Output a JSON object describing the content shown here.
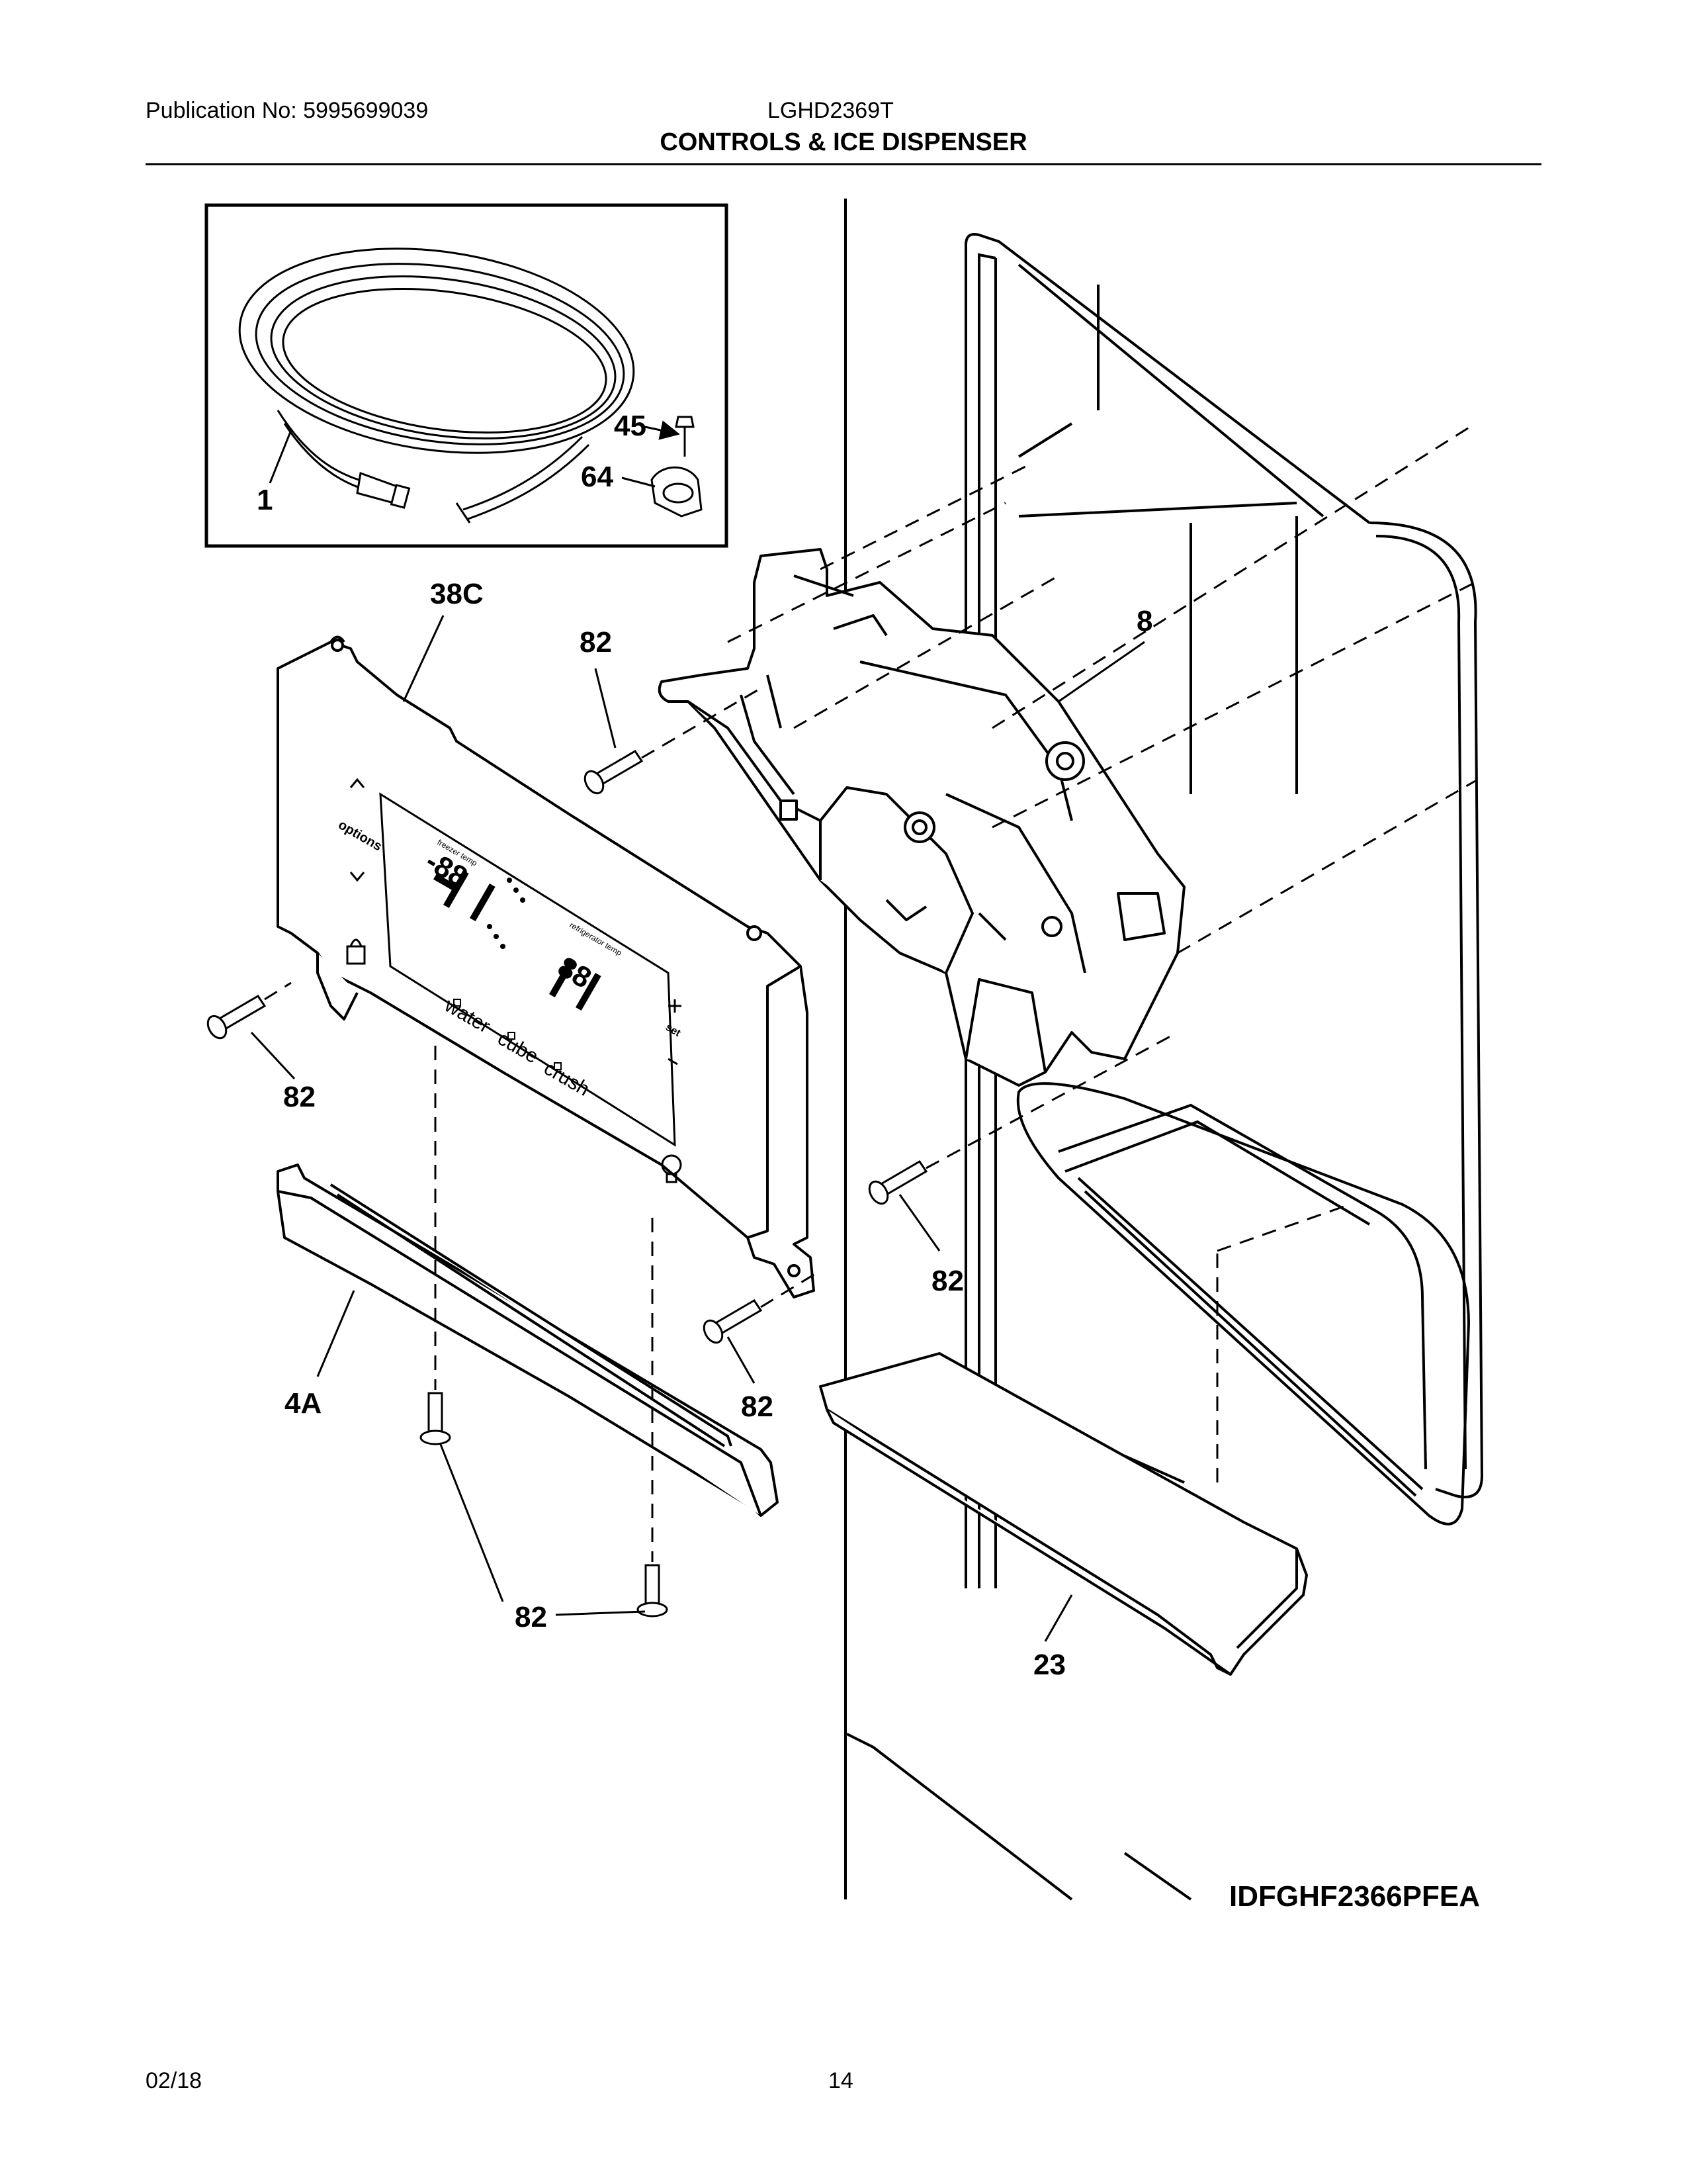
{
  "header": {
    "publication": "Publication No: 5995699039",
    "model": "LGHD2369T",
    "title": "CONTROLS & ICE DISPENSER"
  },
  "footer": {
    "date": "02/18",
    "page": "14"
  },
  "diagram_code": "IDFGHF2366PFEA",
  "callouts": {
    "c1": "1",
    "c45": "45",
    "c64": "64",
    "c38c": "38C",
    "c82a": "82",
    "c8": "8",
    "c82b": "82",
    "c82c": "82",
    "c82d": "82",
    "c4a": "4A",
    "c82e": "82",
    "c23": "23"
  },
  "panel": {
    "options": "options",
    "water": "water",
    "cube": "cube",
    "crush": "crush",
    "digits_left": "-88",
    "digits_right": "88",
    "set": "set",
    "freezer_temp": "freezer temp",
    "refrigerator_temp": "refrigerator temp"
  }
}
